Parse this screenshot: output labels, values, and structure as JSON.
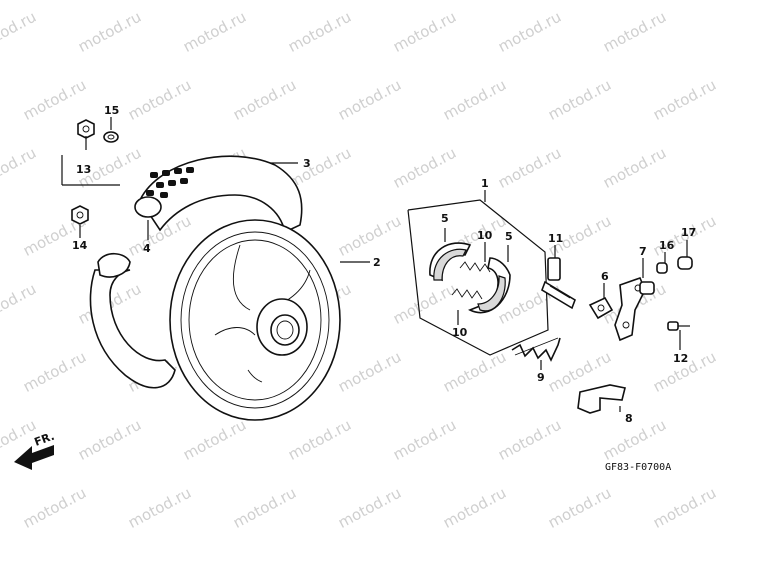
{
  "watermark": "motod.ru",
  "figure_code": "GF83-F0700A",
  "direction_label": "FR.",
  "callouts": {
    "c1": "1",
    "c2": "2",
    "c3": "3",
    "c4": "4",
    "c5a": "5",
    "c5b": "5",
    "c6": "6",
    "c7": "7",
    "c8": "8",
    "c9": "9",
    "c10a": "10",
    "c10b": "10",
    "c11": "11",
    "c12": "12",
    "c13": "13",
    "c14": "14",
    "c15": "15",
    "c16": "16",
    "c17": "17"
  }
}
